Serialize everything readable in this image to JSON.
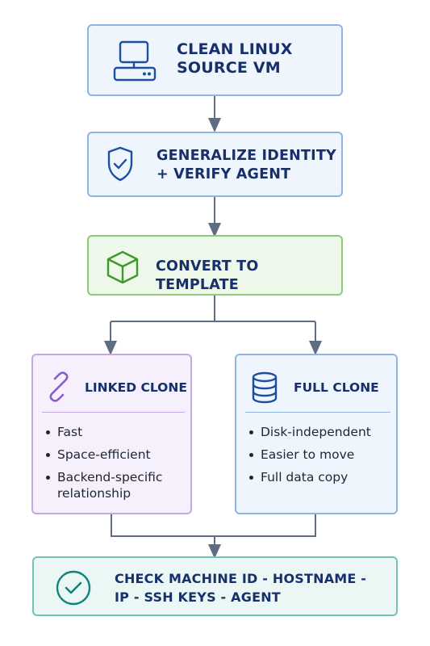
{
  "colors": {
    "blue_border": "#8fb4e4",
    "blue_fill": "#eef5fd",
    "green_border": "#8ccc74",
    "green_fill": "#eef8ea",
    "purple_border": "#c4a8e4",
    "purple_fill": "#f5f0fb",
    "teal_border": "#72c3b9",
    "teal_fill": "#eaf7f5",
    "title_text": "#17306b",
    "connector": "#5f6d82"
  },
  "steps": {
    "source_vm": {
      "title": "CLEAN LINUX\nSOURCE VM",
      "icon": "computer-icon"
    },
    "generalize": {
      "title": "GENERALIZE IDENTITY\n+ VERIFY AGENT",
      "icon": "shield-check-icon"
    },
    "template": {
      "title": "CONVERT TO TEMPLATE",
      "icon": "cube-icon"
    },
    "check": {
      "title": "CHECK MACHINE ID - HOSTNAME -\nIP - SSH KEYS - AGENT",
      "icon": "check-circle-icon"
    }
  },
  "clones": {
    "linked": {
      "title": "LINKED CLONE",
      "icon": "link-icon",
      "items": [
        "Fast",
        "Space-efficient",
        "Backend-specific\nrelationship"
      ]
    },
    "full": {
      "title": "FULL CLONE",
      "icon": "database-icon",
      "items": [
        "Disk-independent",
        "Easier to move",
        "Full data copy"
      ]
    }
  }
}
